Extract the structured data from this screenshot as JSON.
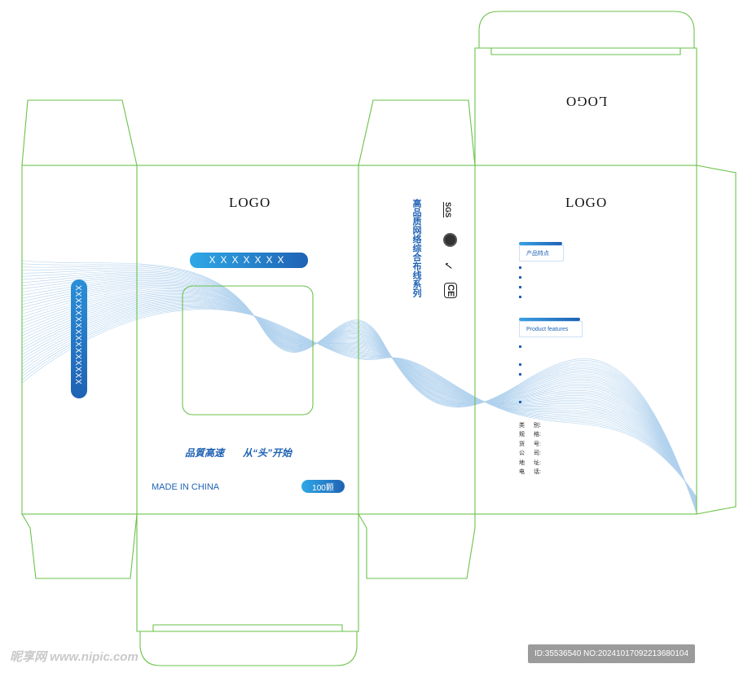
{
  "colors": {
    "dieline": "#6ac24a",
    "brand_blue": "#1f62b4",
    "wave_blue": "#a9cdec"
  },
  "front": {
    "logo": "LOGO",
    "name_pill": "XXXXXXX",
    "slogan_left": "品質高速",
    "slogan_right": "从“头”开始",
    "made_in": "MADE IN CHINA",
    "count": "100颗"
  },
  "side_left": {
    "vertical_pill": "XXXXXXXXXXXXXXXX"
  },
  "side_right": {
    "series_title": "高品质网络综合布线系列",
    "cert_sgs": "SGS",
    "cert_ce": "CE"
  },
  "top_flap": {
    "logo_mirrored": "LOGO"
  },
  "back": {
    "logo": "LOGO",
    "section1_title": "产品特点",
    "section2_title": "Product features",
    "specs": [
      {
        "label": "类",
        "label2": "别:"
      },
      {
        "label": "规",
        "label2": "格:"
      },
      {
        "label": "货",
        "label2": "号:"
      },
      {
        "label": "公",
        "label2": "司:"
      },
      {
        "label": "地",
        "label2": "址:"
      },
      {
        "label": "电",
        "label2": "话:"
      }
    ]
  },
  "watermark": {
    "site": "昵享网 www.nipic.com",
    "id_line": "ID:35536540 NO:20241017092213680104"
  }
}
